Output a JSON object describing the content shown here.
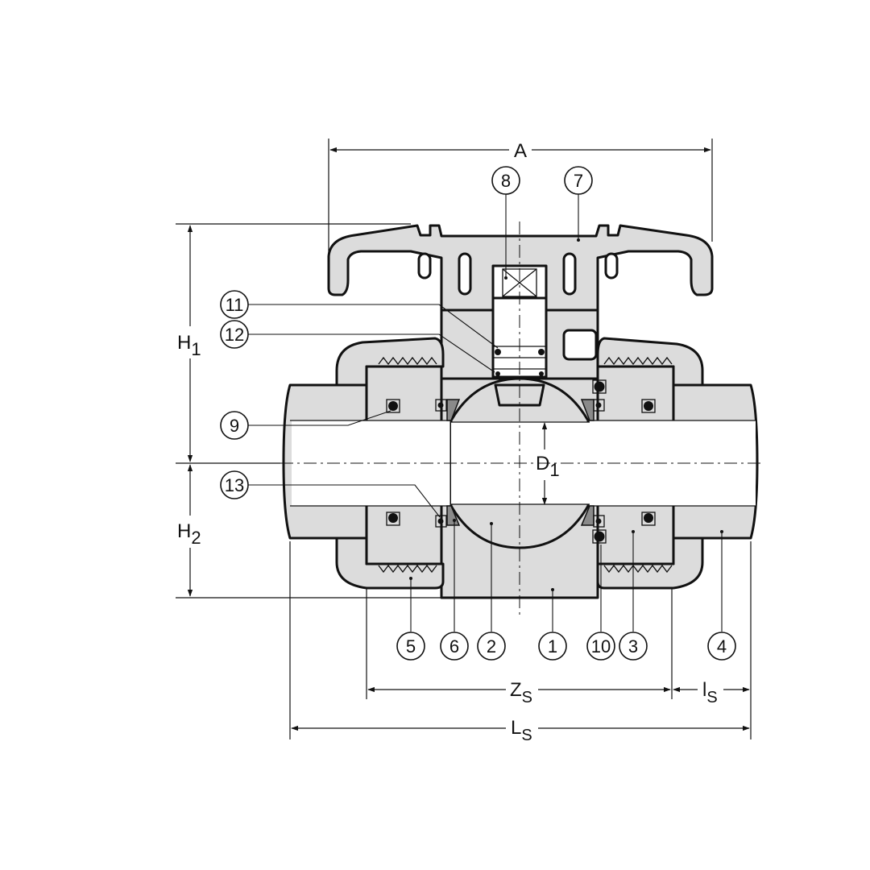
{
  "dimensions": {
    "A": "A",
    "H1": "H",
    "H1_sub": "1",
    "H2": "H",
    "H2_sub": "2",
    "D1": "D",
    "D1_sub": "1",
    "Zs": "Z",
    "Zs_sub": "S",
    "ls": "l",
    "ls_sub": "S",
    "Ls": "L",
    "Ls_sub": "S"
  },
  "parts": [
    {
      "id": "p1",
      "label": "1"
    },
    {
      "id": "p2",
      "label": "2"
    },
    {
      "id": "p3",
      "label": "3"
    },
    {
      "id": "p4",
      "label": "4"
    },
    {
      "id": "p5",
      "label": "5"
    },
    {
      "id": "p6",
      "label": "6"
    },
    {
      "id": "p7",
      "label": "7"
    },
    {
      "id": "p8",
      "label": "8"
    },
    {
      "id": "p9",
      "label": "9"
    },
    {
      "id": "p10",
      "label": "10"
    },
    {
      "id": "p11",
      "label": "11"
    },
    {
      "id": "p12",
      "label": "12"
    },
    {
      "id": "p13",
      "label": "13"
    }
  ]
}
